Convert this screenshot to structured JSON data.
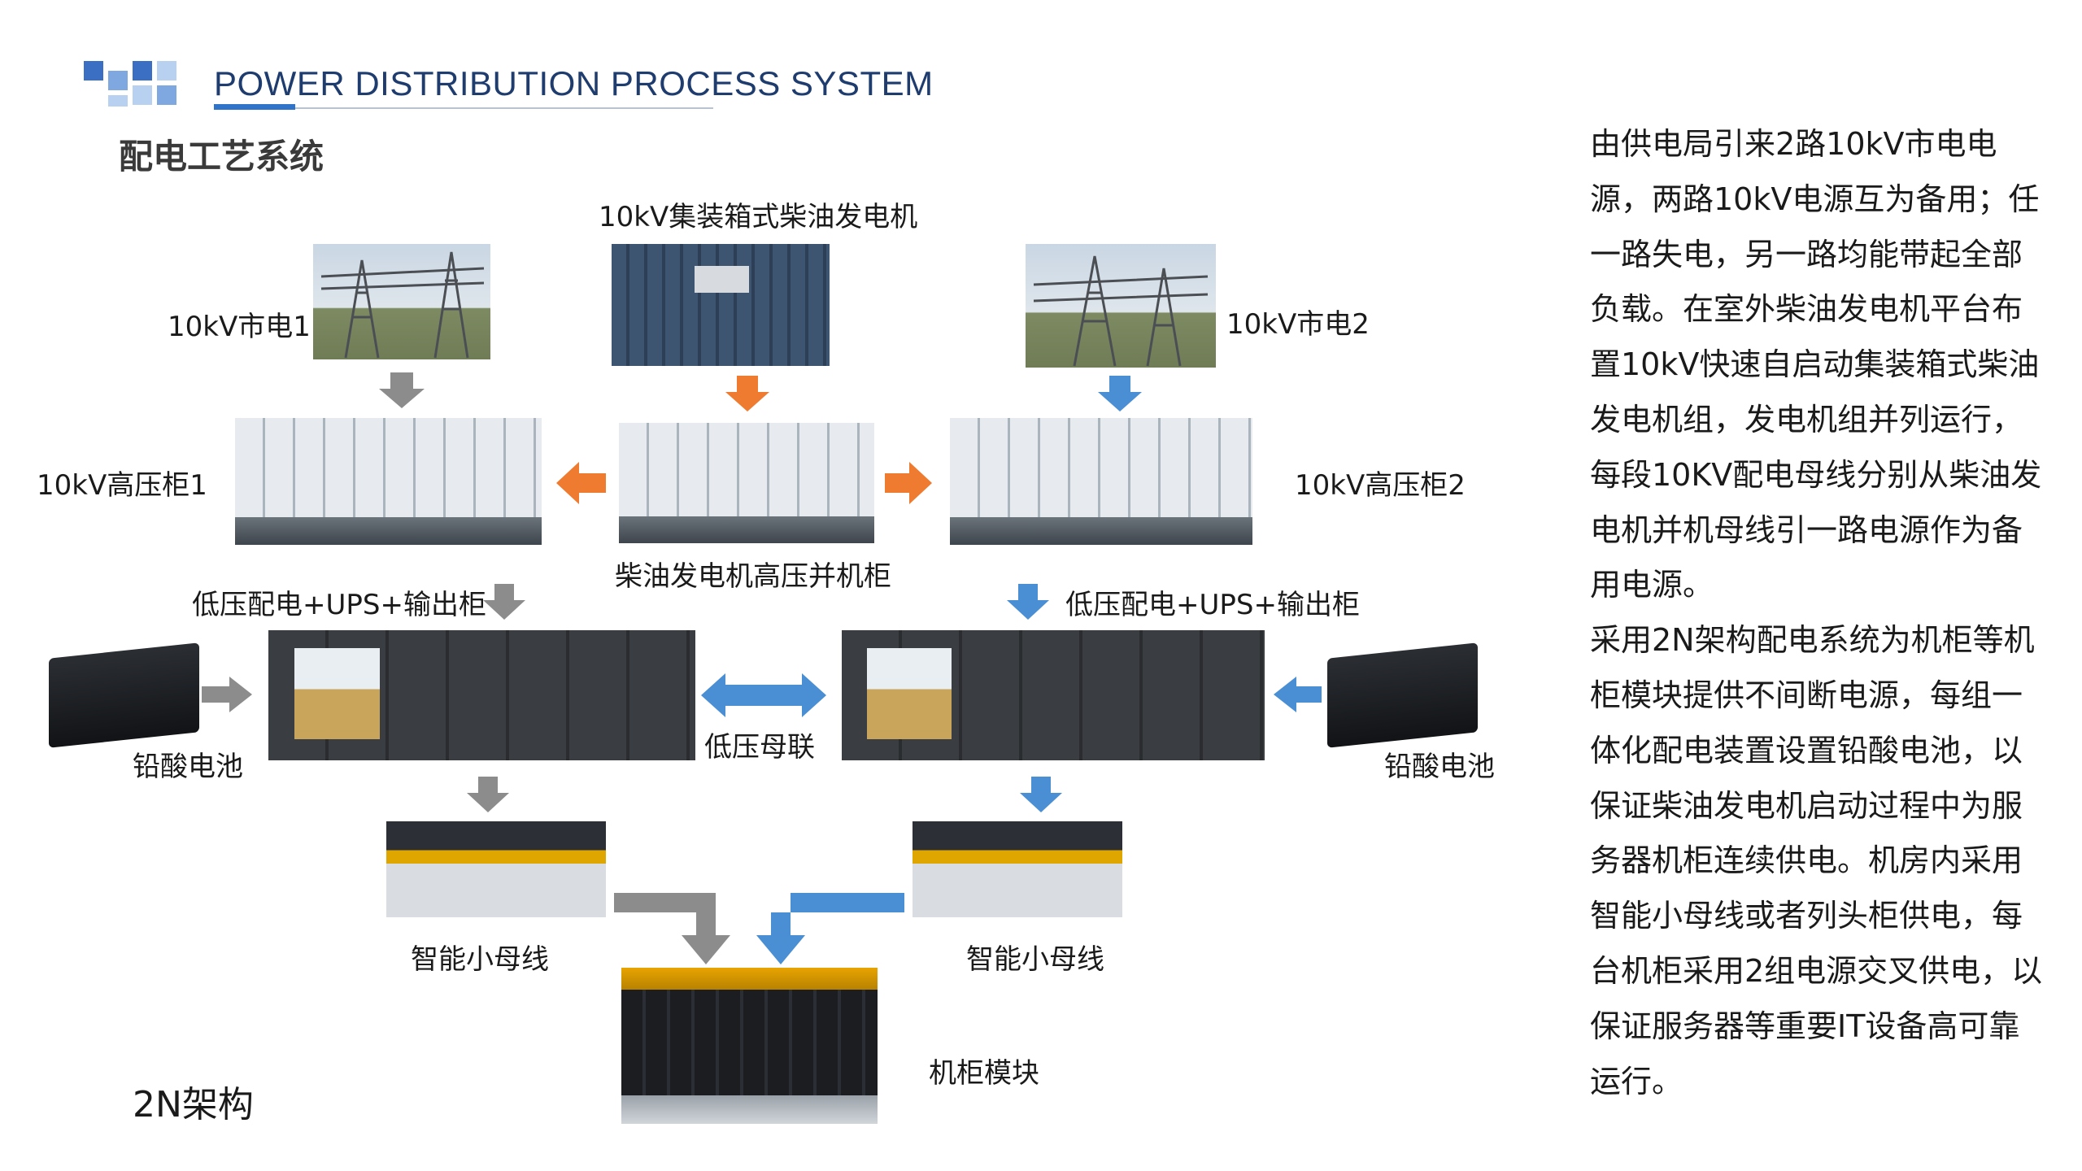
{
  "header": {
    "title_en": "POWER DISTRIBUTION PROCESS SYSTEM",
    "title_cn": "配电工艺系统",
    "logo_colors": [
      "#3a6fc4",
      "#7fa8e0",
      "#b9d1f0"
    ]
  },
  "diagram": {
    "utility_1": "10kV市电1",
    "generator": "10kV集装箱式柴油发电机",
    "utility_2": "10kV市电2",
    "hv_cabinet_1": "10kV高压柜1",
    "hv_cabinet_2": "10kV高压柜2",
    "gen_parallel_cabinet": "柴油发电机高压并机柜",
    "lv_ups_left": "低压配电+UPS+输出柜",
    "lv_ups_right": "低压配电+UPS+输出柜",
    "battery_left": "铅酸电池",
    "battery_right": "铅酸电池",
    "lv_bus_tie": "低压母联",
    "busway_left": "智能小母线",
    "busway_right": "智能小母线",
    "rack_module": "机柜模块",
    "architecture": "2N架构",
    "arrow_colors": {
      "grey": "#8c8c8c",
      "orange": "#ee7b30",
      "blue": "#4a8ed4"
    }
  },
  "description": {
    "paragraph_1": "由供电局引来2路10kV市电电源，两路10kV电源互为备用；任一路失电，另一路均能带起全部负载。在室外柴油发电机平台布置10kV快速自启动集装箱式柴油发电机组，发电机组并列运行，每段10KV配电母线分别从柴油发电机并机母线引一路电源作为备用电源。",
    "paragraph_2": "采用2N架构配电系统为机柜等机柜模块提供不间断电源，每组一体化配电装置设置铅酸电池，以保证柴油发电机启动过程中为服务器机柜连续供电。机房内采用智能小母线或者列头柜供电，每台机柜采用2组电源交叉供电，以保证服务器等重要IT设备高可靠运行。"
  }
}
